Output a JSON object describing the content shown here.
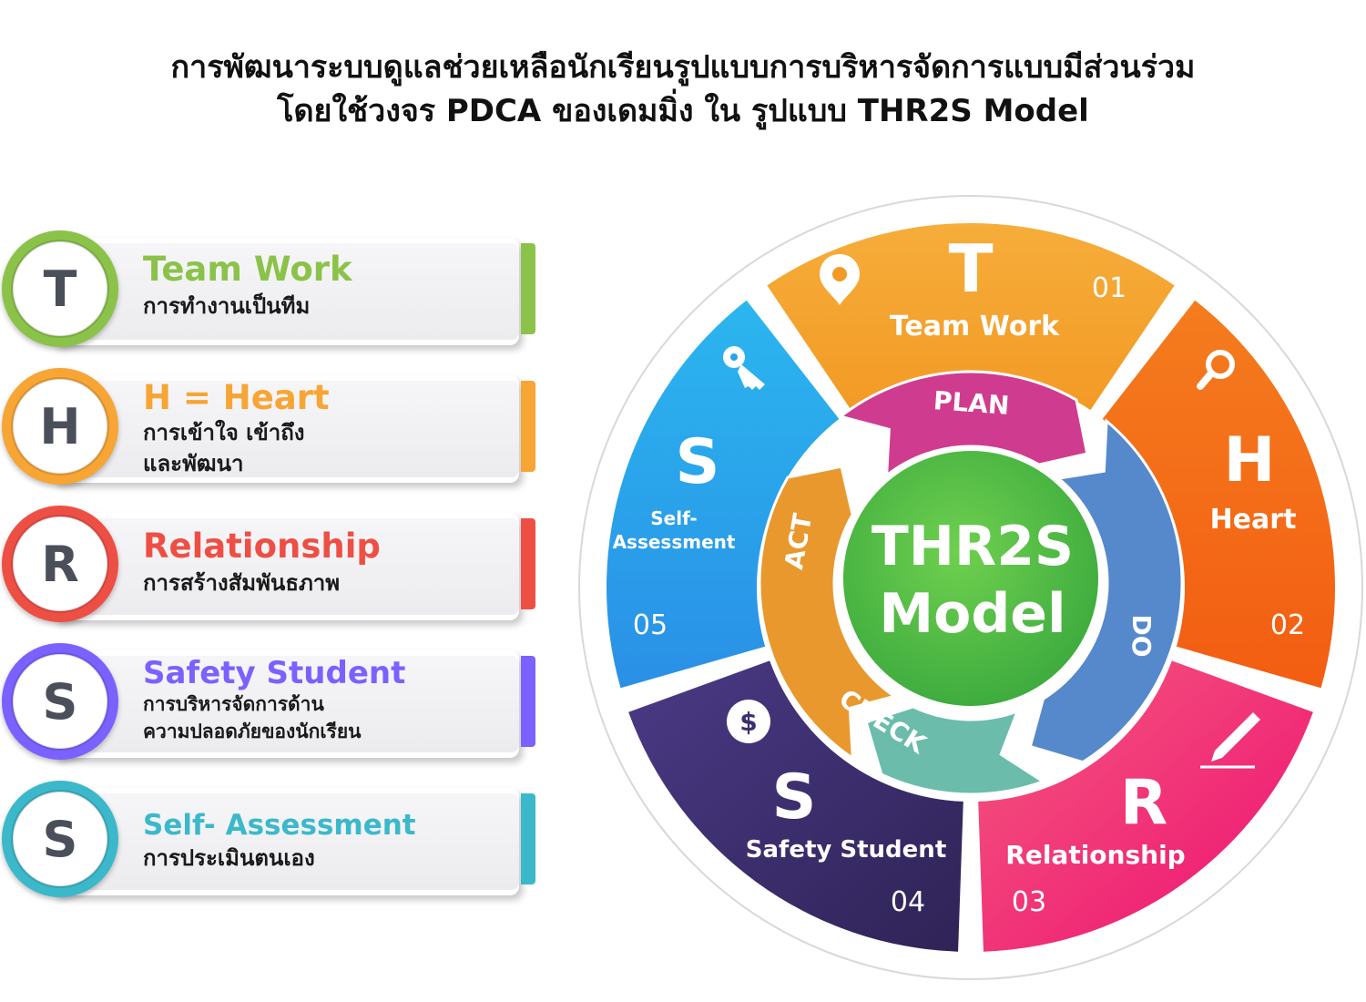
{
  "title": {
    "line1": "การพัฒนาระบบดูแลช่วยเหลือนักเรียนรูปแบบการบริหารจัดการแบบมีส่วนร่วม",
    "line2": "โดยใช้วงจร PDCA ของเดมมิ่ง ใน รูปแบบ THR2S Model"
  },
  "colors": {
    "green": "#8bc34a",
    "orange": "#f7a534",
    "red": "#ee4f45",
    "purple": "#7b61ff",
    "teal": "#3cb8cb",
    "heart_orange": "#f46f1e",
    "pink": "#f0237a",
    "navy": "#3d2f6e",
    "blue": "#2aa3ec",
    "center_green": "#5cc24a"
  },
  "cards": [
    {
      "letter": "T",
      "heading": "Team Work",
      "line1": "การทำงานเป็นทีม",
      "line2": "",
      "color": "#8bc34a"
    },
    {
      "letter": "H",
      "heading": "H = Heart",
      "line1": "การเข้าใจ เข้าถึง",
      "line2": "และพัฒนา",
      "color": "#f7a534"
    },
    {
      "letter": "R",
      "heading": "Relationship",
      "line1": "การสร้างสัมพันธภาพ",
      "line2": "",
      "color": "#ee4f45"
    },
    {
      "letter": "S",
      "heading": "Safety Student",
      "line1": "การบริหารจัดการด้าน",
      "line2": "ความปลอดภัยของนักเรียน",
      "color": "#7b61ff"
    },
    {
      "letter": "S",
      "heading": "Self- Assessment",
      "line1": "การประเมินตนเอง",
      "line2": "",
      "color": "#3cb8cb"
    }
  ],
  "wheel": {
    "center_line1": "THR2S",
    "center_line2": "Model",
    "cycle": {
      "plan": "PLAN",
      "do": "DO",
      "check": "CHECK",
      "act": "ACT"
    },
    "segments": [
      {
        "letter": "T",
        "label": "Team Work",
        "number": "01",
        "icon": "location-pin-icon"
      },
      {
        "letter": "H",
        "label": "Heart",
        "number": "02",
        "icon": "magnifier-icon"
      },
      {
        "letter": "R",
        "label": "Relationship",
        "number": "03",
        "icon": "pen-icon"
      },
      {
        "letter": "S",
        "label": "Safety Student",
        "number": "04",
        "icon": "dollar-coin-icon"
      },
      {
        "letter": "S",
        "label_line1": "Self-",
        "label_line2": "Assessment",
        "number": "05",
        "icon": "key-icon"
      }
    ]
  }
}
